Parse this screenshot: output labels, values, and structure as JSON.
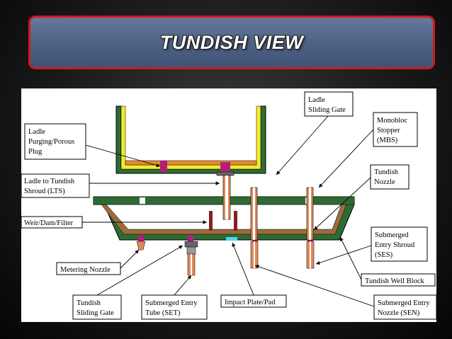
{
  "header": {
    "title": "TUNDISH VIEW"
  },
  "diagram": {
    "labels": {
      "ladle_sliding_gate": [
        "Ladle",
        "Sliding Gate"
      ],
      "monobloc_stopper": [
        "Monobloc",
        "Stopper",
        "(MBS)"
      ],
      "ladle_purging_plug": [
        "Ladle",
        "Purging/Porous",
        "Plug"
      ],
      "ladle_to_tundish_shroud": [
        "Ladle to Tundish",
        "Shroud (LTS)"
      ],
      "tundish_nozzle": [
        "Tundish",
        "Nozzle"
      ],
      "weir_dam_filter": [
        "Weir/Dam/Filter"
      ],
      "submerged_entry_shroud": [
        "Submerged",
        "Entry Shroud",
        "(SES)"
      ],
      "metering_nozzle": [
        "Metering Nozzle"
      ],
      "tundish_well_block": [
        "Tundish Well Block"
      ],
      "tundish_sliding_gate": [
        "Tundish",
        "Sliding Gate"
      ],
      "submerged_entry_tube": [
        "Submerged Entry",
        "Tube (SET)"
      ],
      "impact_plate_pad": [
        "Impact Plate/Pad"
      ],
      "submerged_entry_nozzle": [
        "Submerged Entry",
        "Nozzle (SEN)"
      ]
    }
  }
}
